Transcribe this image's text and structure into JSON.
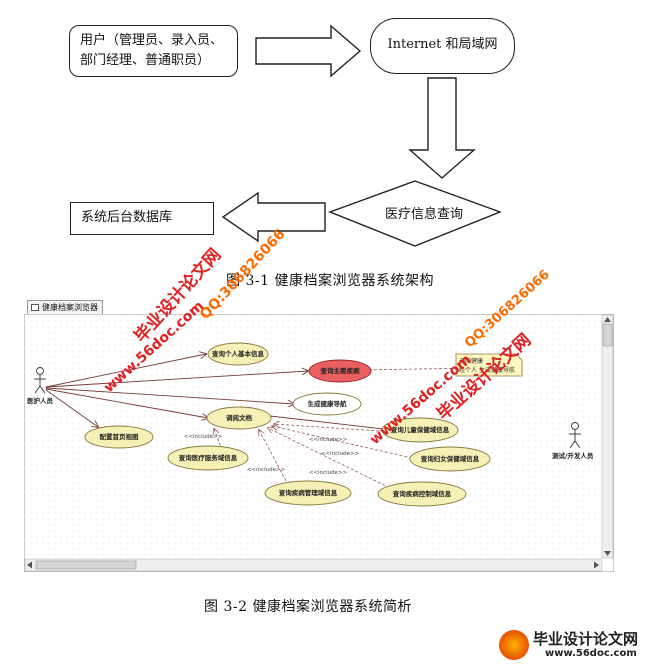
{
  "figure1": {
    "users_box": {
      "line1": "用户（管理员、录入员、",
      "line2": "部门经理、普通职员）"
    },
    "network_box": "Internet 和局域网",
    "query_diamond": "医疗信息查询",
    "db_box": "系统后台数据库",
    "caption": "图 3-1    健康档案浏览器系统架构"
  },
  "figure2": {
    "tab_label": "健康档案浏览器",
    "actor_left": "医护人员",
    "actor_right": "测试/开发人员",
    "usecases": {
      "personal_info": "查询个人基本信息",
      "major_disease": "查询主要疾病",
      "nav": "生成健康导航",
      "call_doc": "调阅文档",
      "home_view": "配置首页视图",
      "child_health": "查询儿童保健域信息",
      "women_health": "查询妇女保健域信息",
      "medical_service": "查询医疗服务域信息",
      "disease_mgmt": "查询疾病管理域信息",
      "disease_control": "查询疾病控制域信息"
    },
    "note_lines": [
      "调阅健康",
      "经个人",
      "生成健康导航"
    ],
    "include_label": "<<include>>",
    "caption": "图 3-2  健康档案浏览器系统简析",
    "colors": {
      "usecase_fill": "#f5f0b5",
      "highlight_fill": "#ea5f5f",
      "note_fill": "#fff7c0"
    }
  },
  "watermarks": {
    "site_cn": "毕业设计论文网",
    "site_url": "www.56doc.com",
    "qq": "QQ:306826066"
  },
  "footer_logo": {
    "title": "毕业设计论文网",
    "url": "www.56doc.com"
  }
}
